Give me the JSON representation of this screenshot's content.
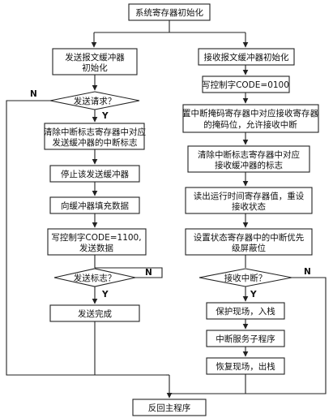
{
  "diagram": {
    "start": "系统寄存器初始化",
    "left": {
      "init": [
        "发送报文缓冲器",
        "初始化"
      ],
      "decision_request": "发送请求？",
      "clear_flag": [
        "清除中断标志寄存器中对应",
        "发送缓冲器的中断标志"
      ],
      "stop": "停止该发送缓冲器",
      "fill": "向缓冲器填充数据",
      "write_code": [
        "写控制字CODE=1100,",
        "发送数据"
      ],
      "decision_flag": "发送标志？",
      "done": "发送完成"
    },
    "right": {
      "init": "接收报文缓冲器初始化",
      "write_code": "写控制字CODE=0100",
      "mask": [
        "置中断掩码寄存器中对应接收寄存器",
        "的掩码位，允许接收中断"
      ],
      "clear_flag": [
        "清除中断标志寄存器中对应",
        "接收缓冲器的标志"
      ],
      "read_timer": [
        "读出运行时间寄存器值，重设",
        "接收状态"
      ],
      "priority": [
        "设置状态寄存器中的中断优先",
        "级屏蔽位"
      ],
      "decision_interrupt": "接收中断？",
      "protect": "保护现场，入栈",
      "service": "中断服务子程序",
      "restore": "恢复现场，出栈"
    },
    "end": "反回主程序",
    "labels": {
      "yes": "Y",
      "no": "N"
    }
  }
}
